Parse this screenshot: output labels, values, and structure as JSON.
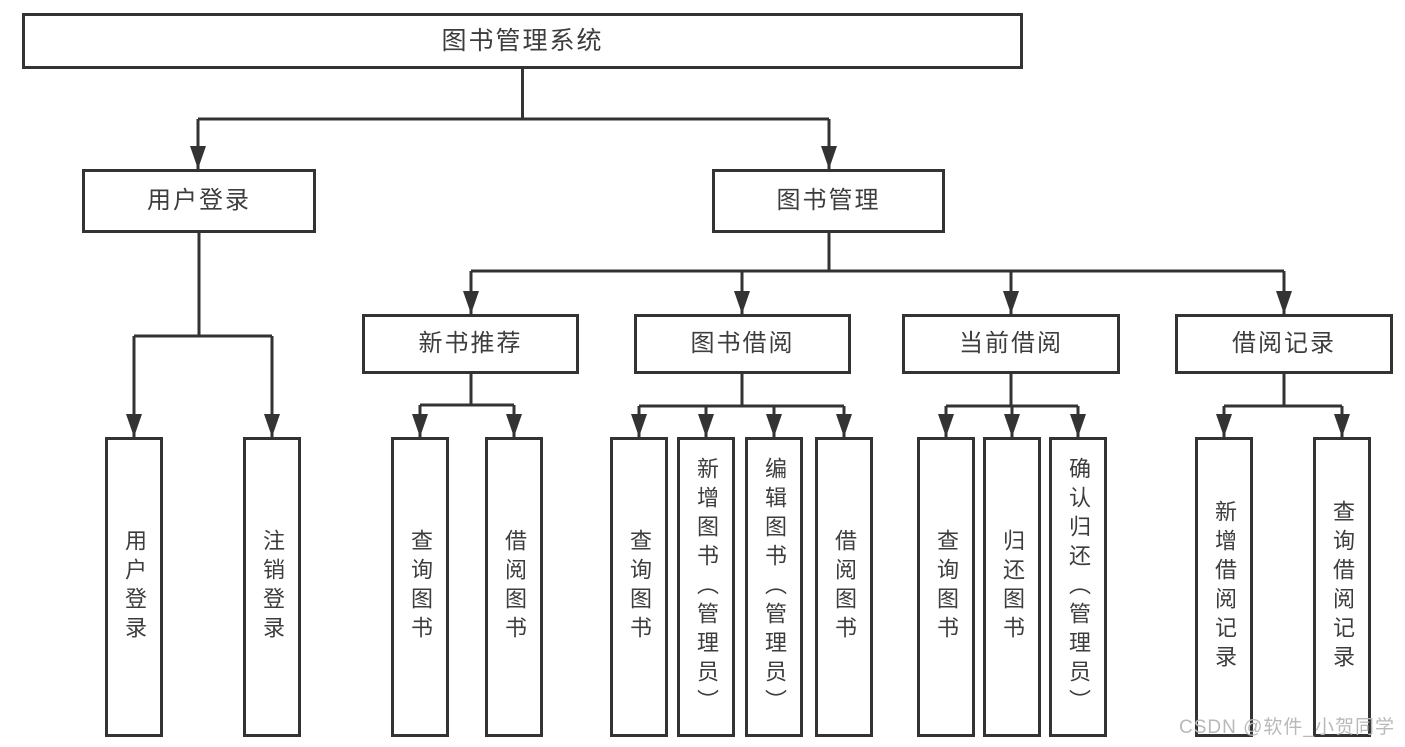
{
  "diagram": {
    "root": {
      "label": "图书管理系统"
    },
    "level2": [
      {
        "label": "用户登录"
      },
      {
        "label": "图书管理"
      }
    ],
    "level3": [
      {
        "label": "新书推荐",
        "parent": "图书管理"
      },
      {
        "label": "图书借阅",
        "parent": "图书管理"
      },
      {
        "label": "当前借阅",
        "parent": "图书管理"
      },
      {
        "label": "借阅记录",
        "parent": "图书管理"
      }
    ],
    "leaves": [
      {
        "label": "用户登录",
        "parent": "用户登录"
      },
      {
        "label": "注销登录",
        "parent": "用户登录"
      },
      {
        "label": "查询图书",
        "parent": "新书推荐"
      },
      {
        "label": "借阅图书",
        "parent": "新书推荐"
      },
      {
        "label": "查询图书",
        "parent": "图书借阅"
      },
      {
        "label": "新增图书（管理员）",
        "parent": "图书借阅"
      },
      {
        "label": "编辑图书（管理员）",
        "parent": "图书借阅"
      },
      {
        "label": "借阅图书",
        "parent": "图书借阅"
      },
      {
        "label": "查询图书",
        "parent": "当前借阅"
      },
      {
        "label": "归还图书",
        "parent": "当前借阅"
      },
      {
        "label": "确认归还（管理员）",
        "parent": "当前借阅"
      },
      {
        "label": "新增借阅记录",
        "parent": "借阅记录"
      },
      {
        "label": "查询借阅记录",
        "parent": "借阅记录"
      }
    ]
  },
  "colors": {
    "line": "#333333",
    "text": "#3d3d3d",
    "watermark_gray": "#b9b9b9",
    "background": "#ffffff"
  },
  "watermark": {
    "text": "CSDN @软件_小贺同学"
  }
}
